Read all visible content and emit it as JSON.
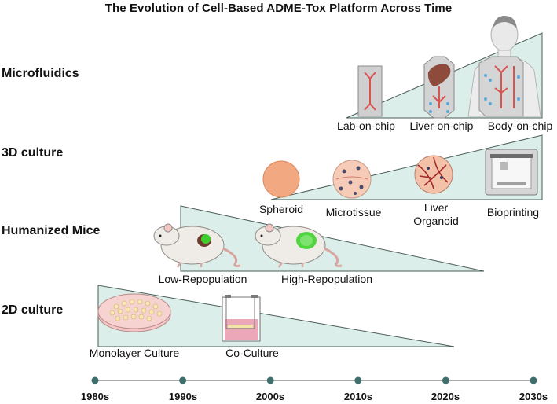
{
  "title": "The Evolution of Cell-Based ADME-Tox Platform Across Time",
  "rows": [
    {
      "label": "Microfluidics",
      "items": [
        "Lab-on-chip",
        "Liver-on-chip",
        "Body-on-chip"
      ]
    },
    {
      "label": "3D culture",
      "items": [
        "Spheroid",
        "Microtissue",
        "Liver\nOrganoid",
        "Bioprinting"
      ]
    },
    {
      "label": "Humanized Mice",
      "items": [
        "Low-Repopulation",
        "High-Repopulation"
      ]
    },
    {
      "label": "2D culture",
      "items": [
        "Monolayer Culture",
        "Co-Culture"
      ]
    }
  ],
  "timeline": [
    "1980s",
    "1990s",
    "2000s",
    "2010s",
    "2020s",
    "2030s"
  ],
  "colors": {
    "wedge_fill": "#dceee9",
    "wedge_stroke": "#4a5c58",
    "timeline_dot": "#3f6f6a",
    "tissue": "#e8a488",
    "vessel": "#c0392b"
  }
}
